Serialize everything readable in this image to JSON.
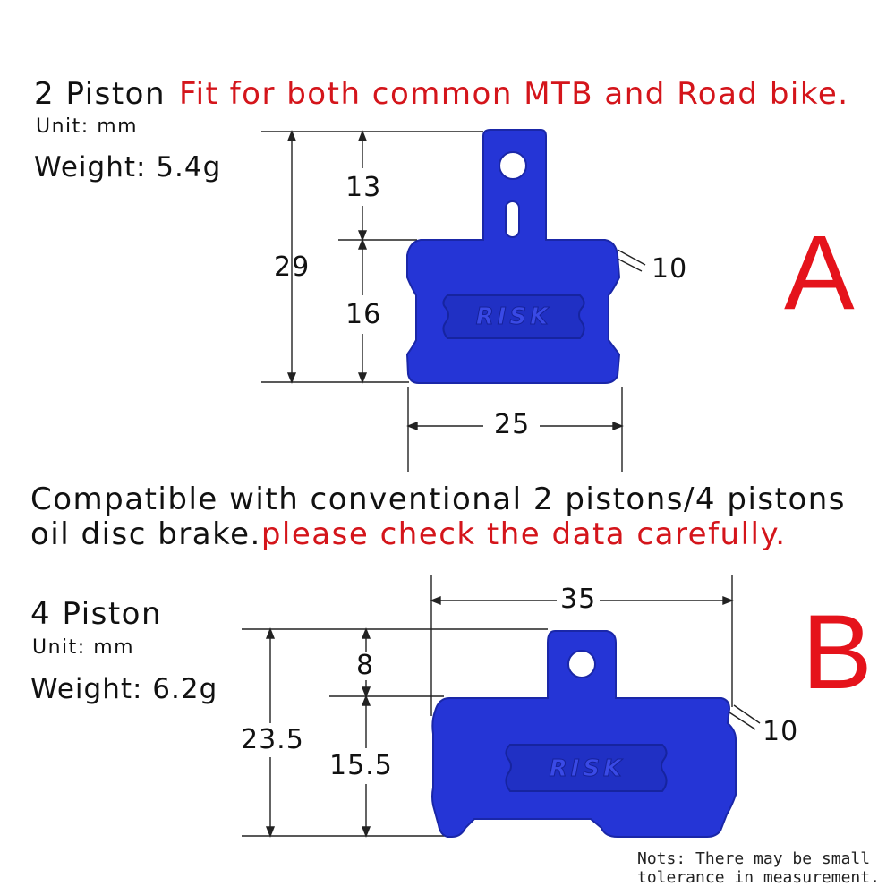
{
  "pad_a": {
    "type_label": "2 Piston",
    "fit_text": "Fit for both common MTB and Road bike.",
    "unit_label": "Unit: mm",
    "weight_label": "Weight: 5.4g",
    "letter": "A",
    "dims": {
      "tab_height": "13",
      "body_height": "16",
      "total_height": "29",
      "width": "25",
      "thickness": "10"
    },
    "logo_text": "RISK"
  },
  "compat": {
    "line1": "Compatible with conventional 2 pistons/4 pistons",
    "line2_black": "oil disc brake.",
    "line2_red": "please check the data carefully."
  },
  "pad_b": {
    "type_label": "4 Piston",
    "unit_label": "Unit: mm",
    "weight_label": "Weight: 6.2g",
    "letter": "B",
    "dims": {
      "tab_height": "8",
      "body_height": "15.5",
      "total_height": "23.5",
      "width": "35",
      "thickness": "10"
    },
    "logo_text": "RISK"
  },
  "note": {
    "line1": "Nots: There may be small",
    "line2": "tolerance in measurement."
  },
  "colors": {
    "pad_fill": "#2535d6",
    "pad_dark": "#1a27a8",
    "accent_red": "#d4151b"
  }
}
